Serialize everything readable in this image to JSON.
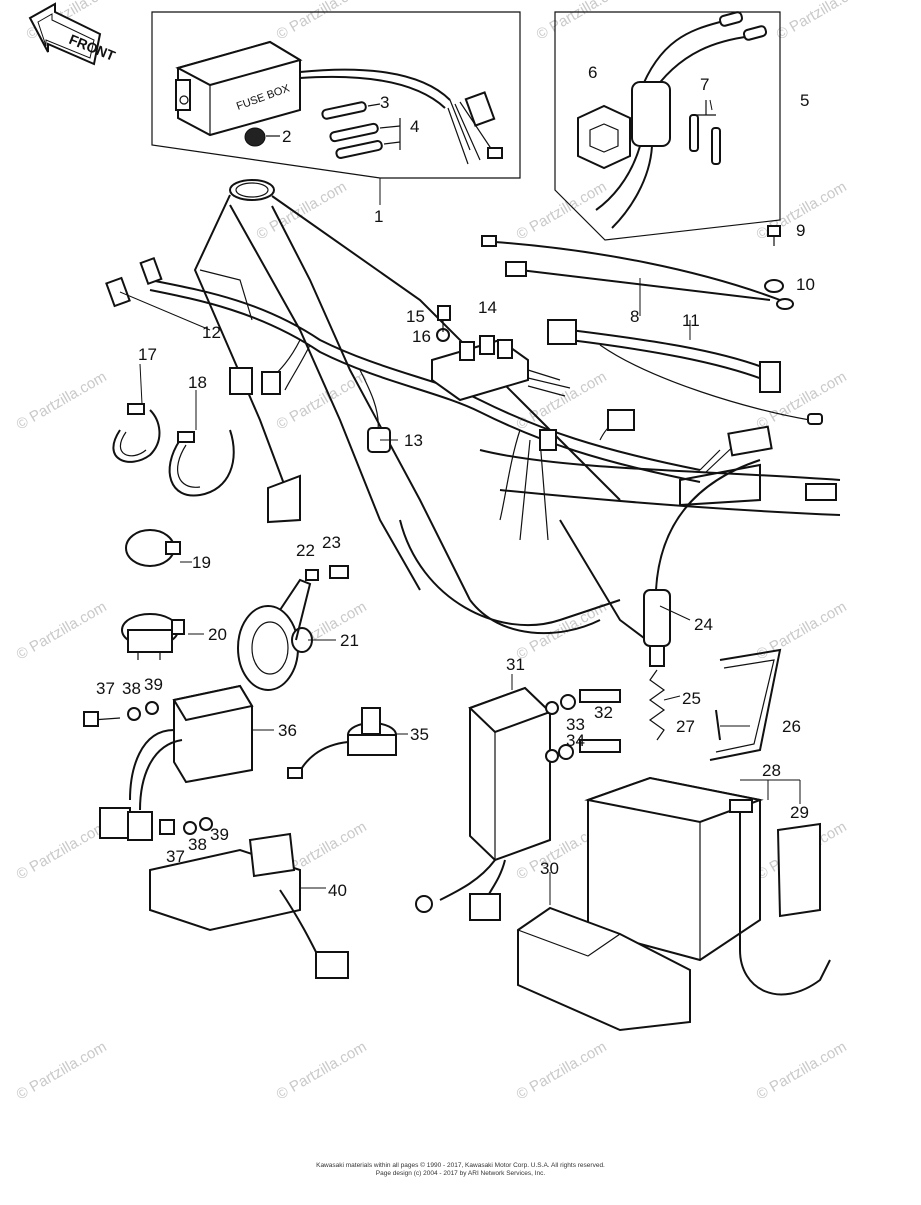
{
  "front_label": "FRONT",
  "fuse_box_label": "FUSE BOX",
  "watermarks": [
    "© Partzilla.com"
  ],
  "callouts": [
    "1",
    "2",
    "3",
    "4",
    "5",
    "6",
    "7",
    "8",
    "9",
    "10",
    "11",
    "12",
    "13",
    "14",
    "15",
    "16",
    "17",
    "18",
    "19",
    "20",
    "21",
    "22",
    "23",
    "24",
    "25",
    "26",
    "27",
    "28",
    "29",
    "30",
    "31",
    "32",
    "33",
    "34",
    "35",
    "36",
    "37",
    "38",
    "39",
    "40"
  ],
  "footer": {
    "line1": "Kawasaki materials within all pages © 1990 - 2017, Kawasaki Motor Corp. U.S.A. All rights reserved.",
    "line2": "Page design (c) 2004 - 2017 by ARI Network Services, Inc."
  }
}
